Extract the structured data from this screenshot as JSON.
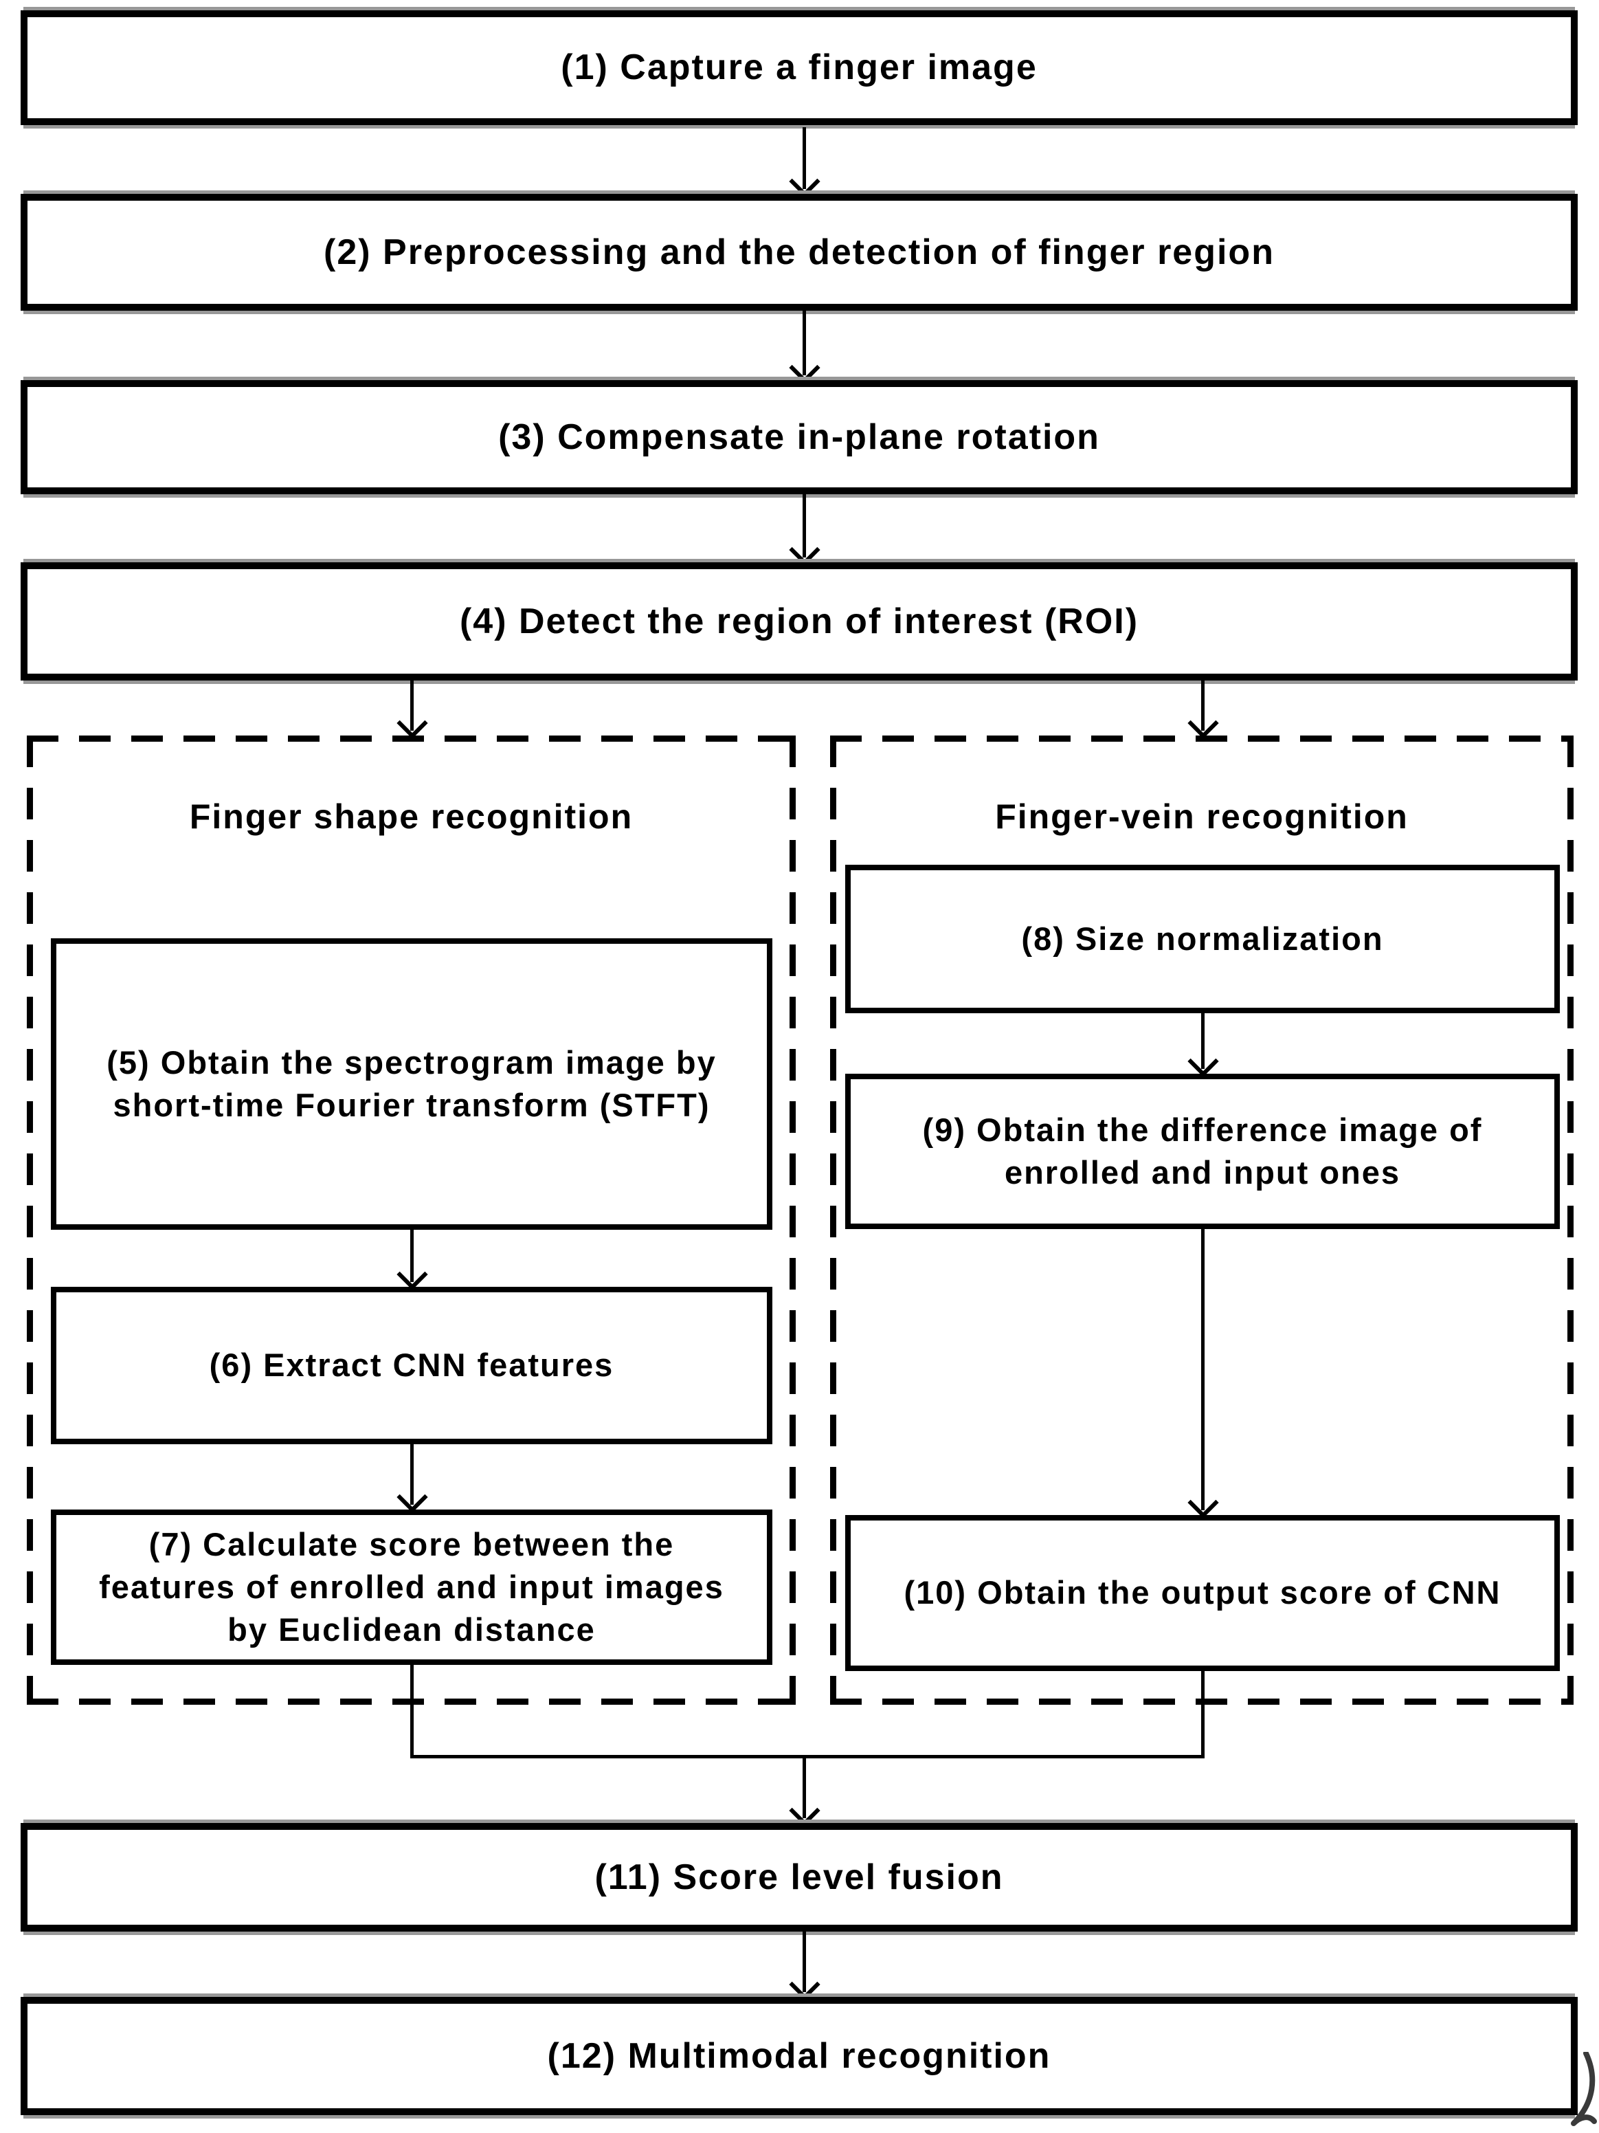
{
  "nodes": {
    "n1": "(1) Capture a finger image",
    "n2": "(2) Preprocessing and the detection of finger region",
    "n3": "(3) Compensate in-plane rotation",
    "n4": "(4) Detect the region of interest (ROI)",
    "n5": "(5) Obtain the spectrogram image by\nshort-time Fourier transform (STFT)",
    "n6": "(6) Extract CNN features",
    "n7": "(7) Calculate score between the\nfeatures of enrolled and input images\nby Euclidean distance",
    "n8": "(8) Size normalization",
    "n9": "(9) Obtain the difference image of\nenrolled and input ones",
    "n10": "(10) Obtain the output score of CNN",
    "n11": "(11) Score level fusion",
    "n12": "(12) Multimodal recognition"
  },
  "groups": {
    "finger_shape": "Finger shape recognition",
    "finger_vein": "Finger-vein recognition"
  },
  "colors": {
    "line": "#000000",
    "background": "#ffffff",
    "scan_shadow": "#989898"
  }
}
